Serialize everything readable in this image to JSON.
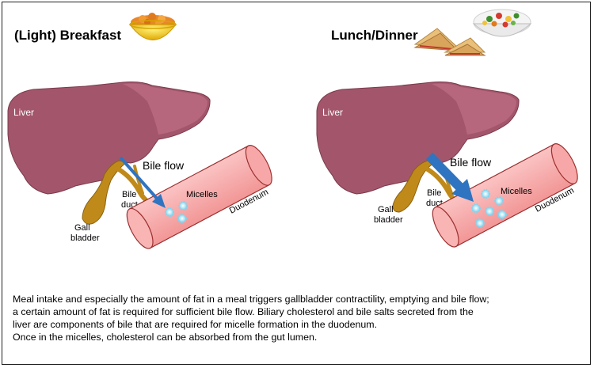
{
  "panels": [
    {
      "heading": "(Light) Breakfast",
      "liver_label": "Liver",
      "bile_flow_label": "Bile flow",
      "gallbladder_label_line1": "Gall",
      "gallbladder_label_line2": "bladder",
      "bile_duct_label_line1": "Bile",
      "bile_duct_label_line2": "duct",
      "micelles_label": "Micelles",
      "duodenum_label": "Duodenum",
      "food_icon": "cereal-bowl-icon"
    },
    {
      "heading": "Lunch/Dinner",
      "liver_label": "Liver",
      "bile_flow_label": "Bile flow",
      "gallbladder_label_line1": "Gall",
      "gallbladder_label_line2": "bladder",
      "bile_duct_label_line1": "Bile",
      "bile_duct_label_line2": "duct",
      "micelles_label": "Micelles",
      "duodenum_label": "Duodenum",
      "food_icon": "sandwich-and-salad-icon"
    }
  ],
  "caption": [
    "Meal intake and especially the amount of fat in a meal triggers gallbladder contractility, emptying and bile flow;",
    "a certain amount of fat is required for sufficient bile flow. Biliary cholesterol and bile salts secreted from the",
    "liver are components of bile that are required for micelle formation in the duodenum.",
    "Once in the micelles, cholesterol can be absorbed from the gut lumen."
  ],
  "colors": {
    "liver": "#a3566b",
    "liver_highlight": "#b8697f",
    "gallbladder": "#c08a1a",
    "duodenum": "#f7a7a7",
    "duodenum_stroke": "#9c2f2f",
    "arrow": "#2f74c0",
    "micelle": "#7fd4ef"
  }
}
